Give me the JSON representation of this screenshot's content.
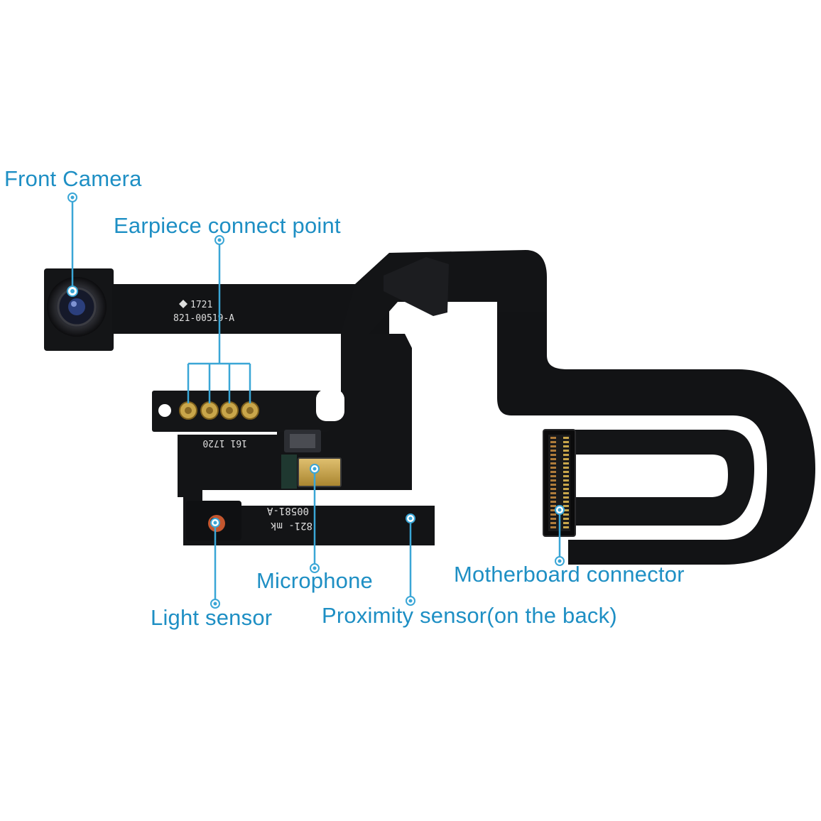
{
  "colors": {
    "label": "#1e8fc4",
    "leader": "#3aa6d6",
    "flex": "#111214",
    "flex_edge": "#232427",
    "gold": "#c9a64a",
    "copper": "#b07c3a",
    "pcb_text": "#dedede",
    "background": "#ffffff"
  },
  "labels": {
    "front_camera": "Front Camera",
    "earpiece": "Earpiece connect point",
    "microphone": "Microphone",
    "light_sensor": "Light sensor",
    "proximity": "Proximity sensor(on the back)",
    "motherboard": "Motherboard connector"
  },
  "pcb_markings": {
    "date_top": "1721",
    "part_top": "821-00519-A",
    "mid_codes": "161  1720",
    "part_bottom_1": "00581-A",
    "part_bottom_2": "821- mk"
  },
  "icons": {
    "logo": "diamond-logo-icon",
    "leader_dot": "target-dot-icon"
  }
}
